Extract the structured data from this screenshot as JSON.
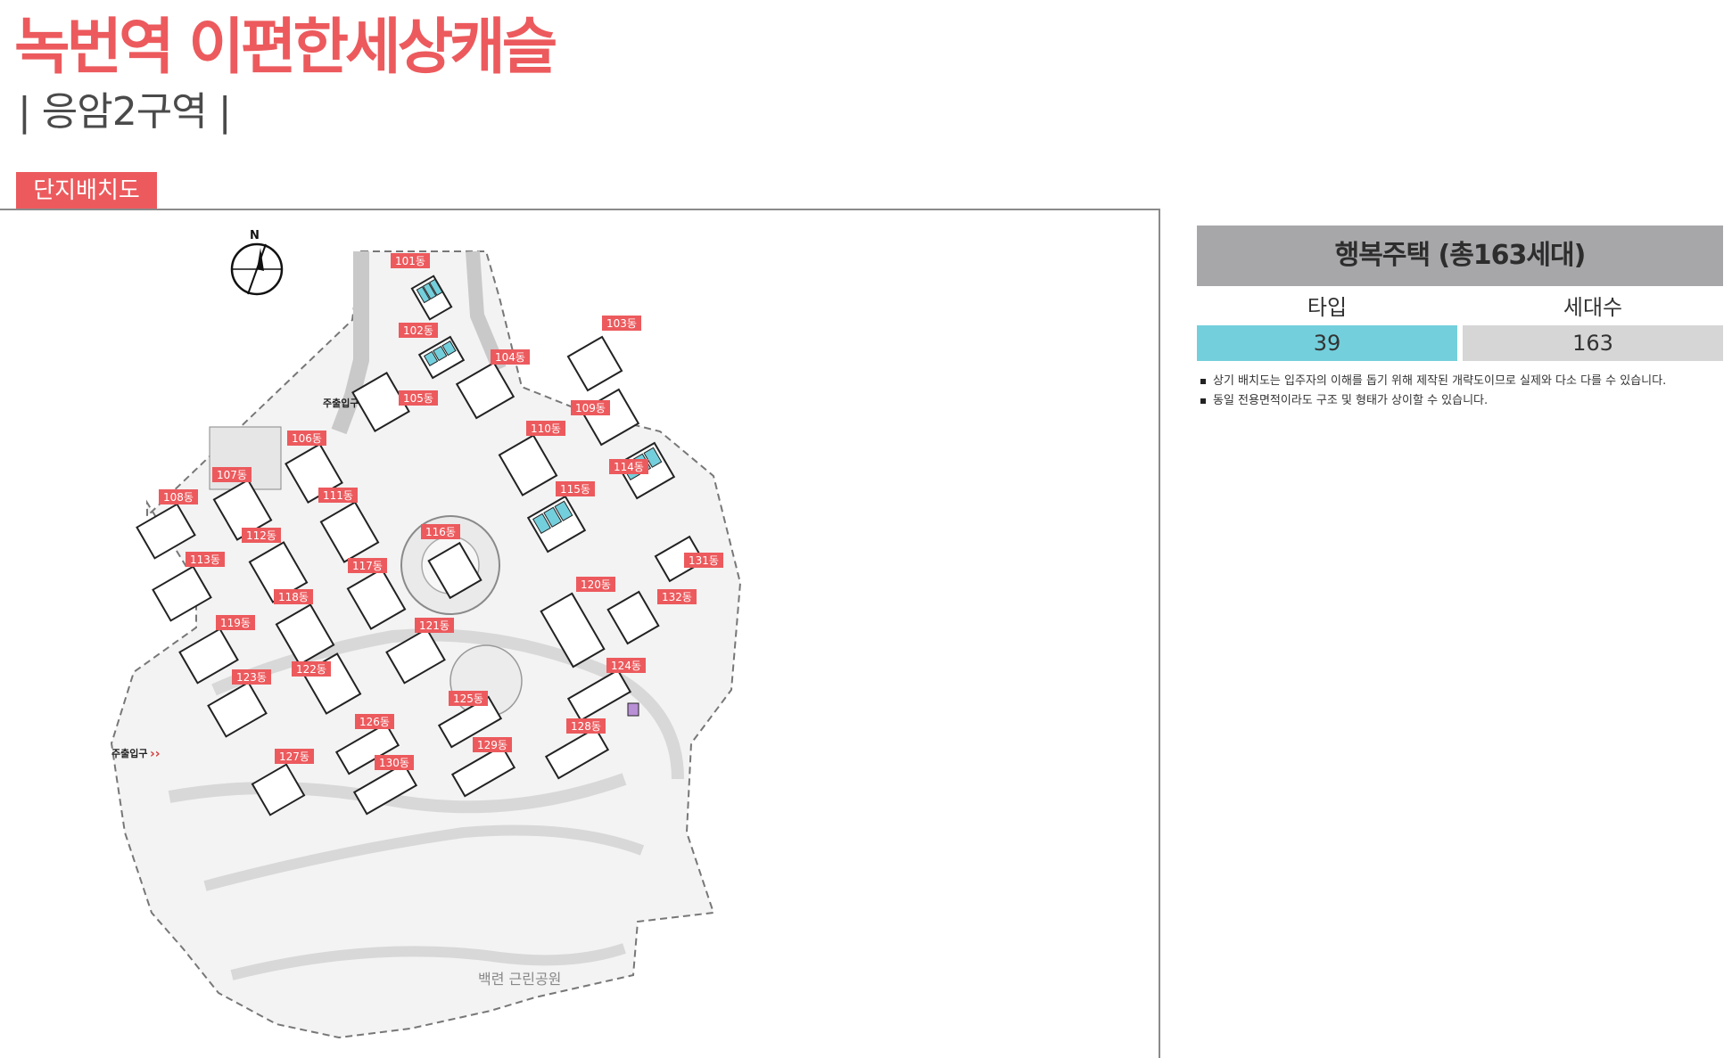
{
  "header": {
    "title": "녹번역 이편한세상캐슬",
    "subtitle": "| 응암2구역 |",
    "section_tab": "단지배치도"
  },
  "map": {
    "north_label": "N",
    "entrance_label": "주출입구",
    "park_label": "백련 근린공원",
    "buildings": [
      "101동",
      "102동",
      "103동",
      "104동",
      "105동",
      "106동",
      "107동",
      "108동",
      "109동",
      "110동",
      "111동",
      "112동",
      "113동",
      "114동",
      "115동",
      "116동",
      "117동",
      "118동",
      "119동",
      "120동",
      "121동",
      "122동",
      "123동",
      "124동",
      "125동",
      "126동",
      "127동",
      "128동",
      "129동",
      "130동",
      "131동",
      "132동"
    ],
    "happy_housing_buildings": [
      "101동",
      "102동",
      "114동",
      "115동"
    ],
    "colors": {
      "label": "#ec5a5d",
      "happy_unit": "#74cfdc",
      "highlight_unit": "#b98fd6"
    }
  },
  "info": {
    "header": "행복주택 (총163세대)",
    "col_type": "타입",
    "col_count": "세대수",
    "type_value": "39",
    "count_value": "163",
    "notes": [
      "상기 배치도는 입주자의 이해를 돕기 위해 제작된 개략도이므로 실제와 다소 다를 수 있습니다.",
      "동일 전용면적이라도 구조 및 형태가 상이할 수 있습니다."
    ]
  },
  "colors": {
    "accent": "#ec5a5d",
    "header_gray": "#a7a7aa",
    "type_cyan": "#74cfdc",
    "count_gray": "#d6d6d6"
  }
}
